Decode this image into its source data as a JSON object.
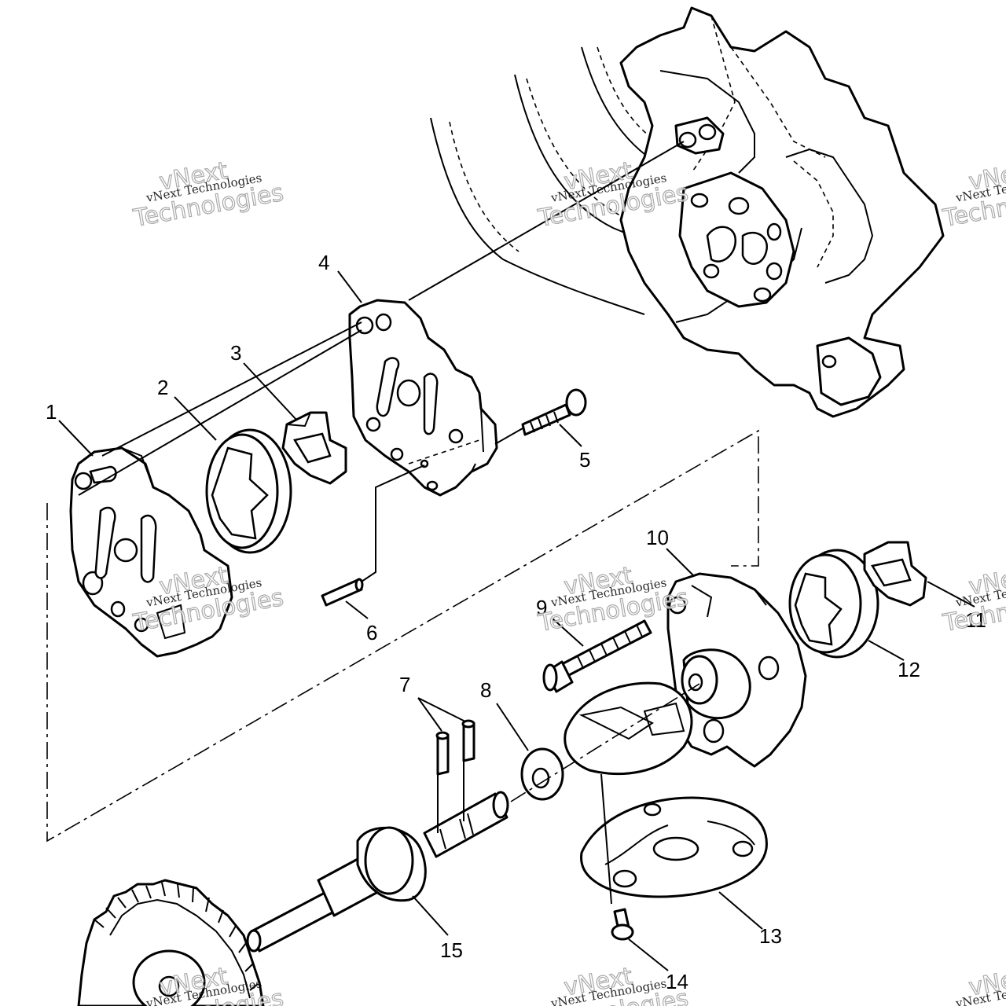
{
  "diagram": {
    "callouts": [
      {
        "id": "part-1",
        "label": "1"
      },
      {
        "id": "part-2",
        "label": "2"
      },
      {
        "id": "part-3",
        "label": "3"
      },
      {
        "id": "part-4",
        "label": "4"
      },
      {
        "id": "part-5",
        "label": "5"
      },
      {
        "id": "part-6",
        "label": "6"
      },
      {
        "id": "part-7",
        "label": "7"
      },
      {
        "id": "part-8",
        "label": "8"
      },
      {
        "id": "part-9",
        "label": "9"
      },
      {
        "id": "part-10",
        "label": "10"
      },
      {
        "id": "part-11",
        "label": "11"
      },
      {
        "id": "part-12",
        "label": "12"
      },
      {
        "id": "part-13",
        "label": "13"
      },
      {
        "id": "part-14",
        "label": "14"
      },
      {
        "id": "part-15",
        "label": "15"
      }
    ]
  },
  "watermark": {
    "line_small": "vNext Technologies",
    "line_big_a": "vNext",
    "line_big_b": "Technologies"
  },
  "colors": {
    "line": "#000000",
    "background": "#ffffff",
    "watermark_outline": "#9a9a9a"
  }
}
